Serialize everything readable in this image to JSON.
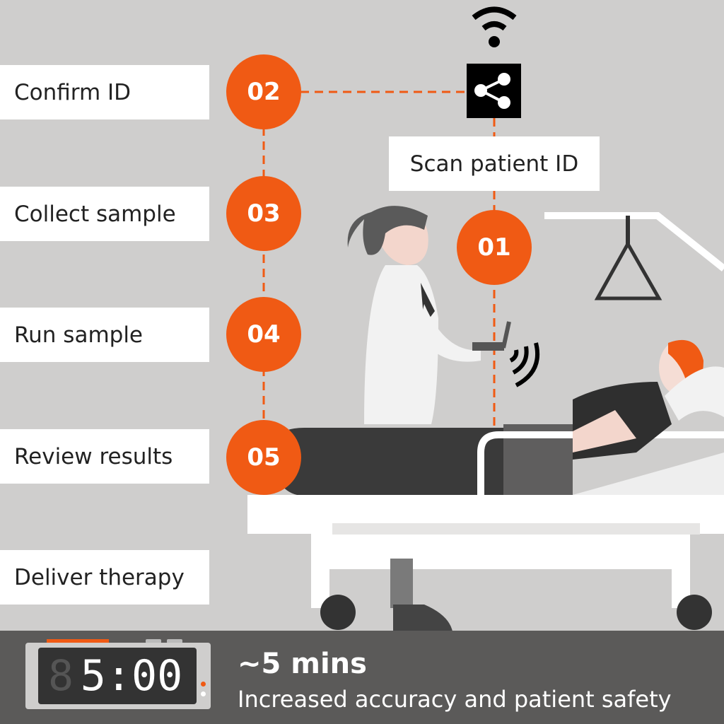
{
  "steps": [
    {
      "number": "01",
      "label": "Scan patient ID"
    },
    {
      "number": "02",
      "label": "Confirm ID"
    },
    {
      "number": "03",
      "label": "Collect sample"
    },
    {
      "number": "04",
      "label": "Run sample"
    },
    {
      "number": "05",
      "label": "Review results"
    },
    {
      "label": "Deliver therapy"
    }
  ],
  "icons": [
    "wifi-icon",
    "share-icon",
    "contactless-signal-icon",
    "digital-clock-icon"
  ],
  "clock": {
    "display": "5:00"
  },
  "summary": {
    "duration": "~5 mins",
    "benefit": "Increased accuracy and patient safety"
  },
  "colors": {
    "accent": "#f05a14",
    "background": "#cfcecd",
    "bar": "#5b5a59"
  }
}
